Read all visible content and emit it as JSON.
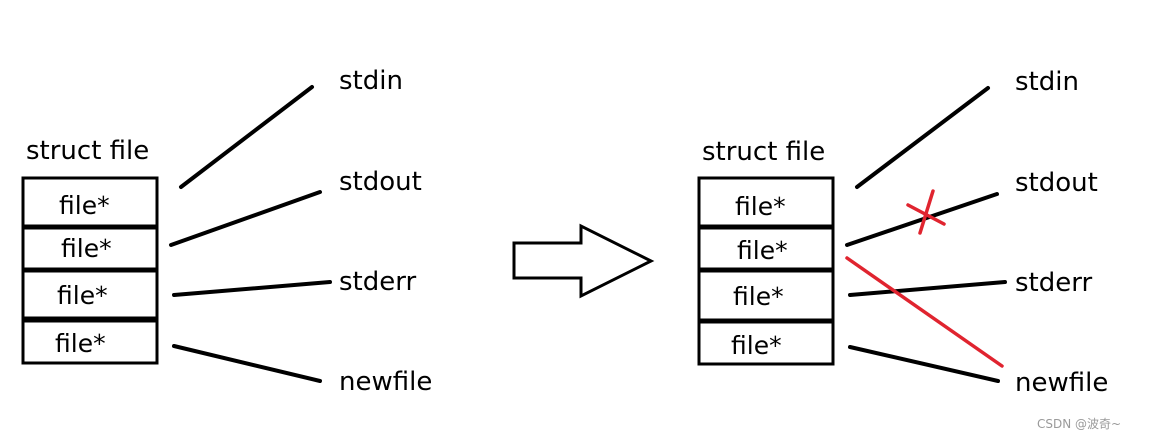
{
  "left": {
    "title": "struct file",
    "cells": [
      "file*",
      "file*",
      "file*",
      "file*"
    ],
    "targets": [
      "stdin",
      "stdout",
      "stderr",
      "newfile"
    ]
  },
  "right": {
    "title": "struct file",
    "cells": [
      "file*",
      "file*",
      "file*",
      "file*"
    ],
    "targets": [
      "stdin",
      "stdout",
      "stderr",
      "newfile"
    ]
  },
  "colors": {
    "ink": "#000000",
    "redirect": "#e0242f",
    "watermark": "#9a9a9a"
  },
  "watermark": "CSDN @波奇~"
}
